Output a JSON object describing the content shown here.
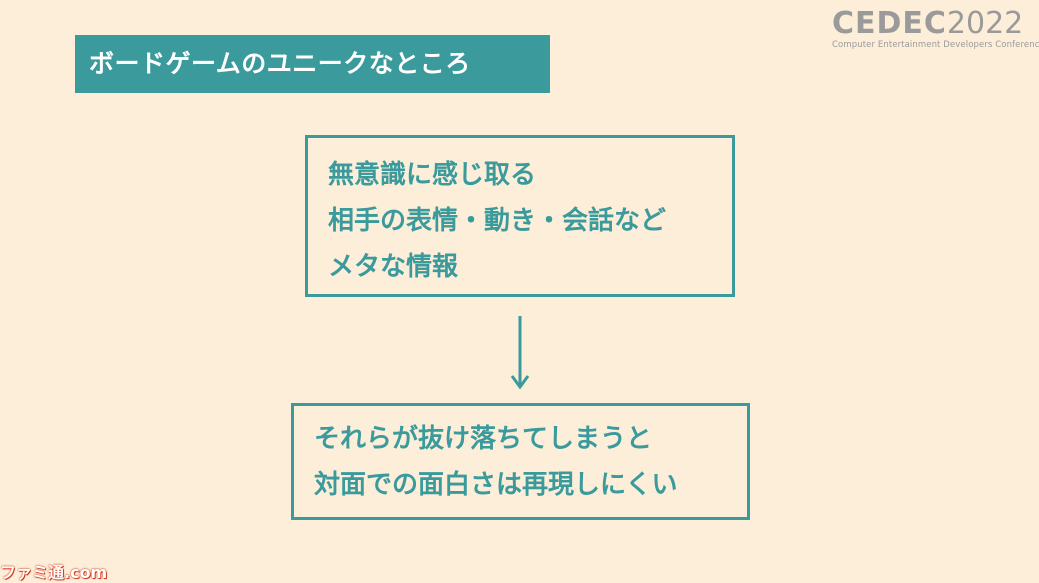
{
  "slide": {
    "title": "ボードゲームのユニークなところ",
    "box1_lines": [
      "無意識に感じ取る",
      "相手の表情・動き・会話など",
      "メタな情報"
    ],
    "box2_lines": [
      "それらが抜け落ちてしまうと",
      "対面での面白さは再現しにくい"
    ]
  },
  "logo": {
    "brand": "CEDEC",
    "year": "2022",
    "tagline": "Computer Entertainment Developers Conference"
  },
  "watermark": {
    "text": "ファミ通.com"
  },
  "colors": {
    "background": "#fdeed9",
    "accent": "#3a9a9c",
    "logo": "#9a9a9a"
  },
  "icons": {
    "flow_arrow": "arrow-down-icon"
  }
}
